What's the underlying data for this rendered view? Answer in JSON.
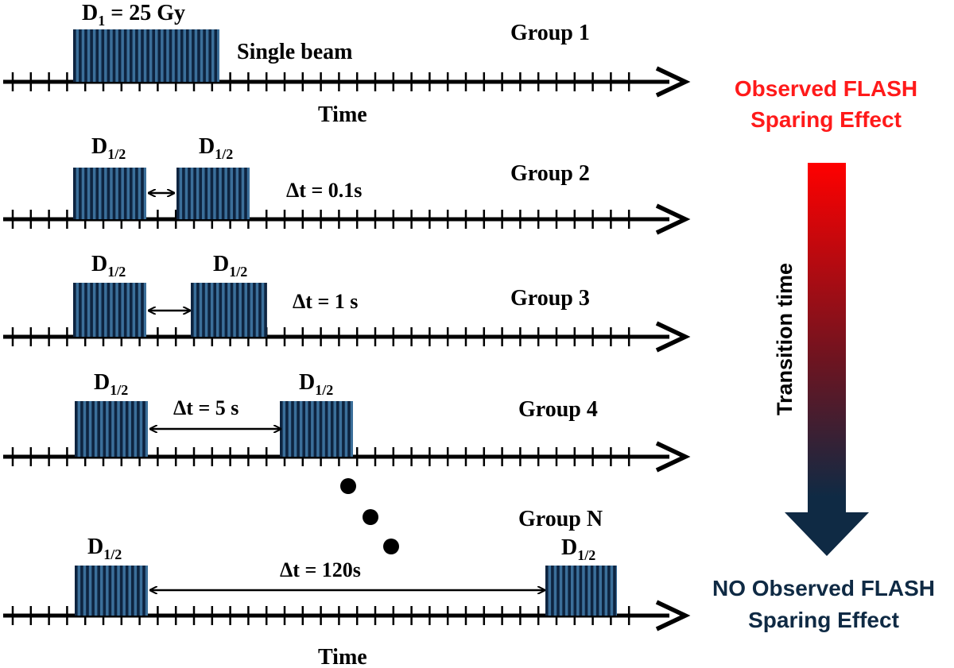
{
  "colors": {
    "axis": "#000000",
    "pulse_fill": "#0e2440",
    "pulse_gap": "#3b6f9a",
    "observed": "#ff1a1a",
    "no_observed": "#0f2a44",
    "gradient_top": "#ff0000",
    "gradient_bottom": "#0f2a44"
  },
  "group1": {
    "dose_label_main": "D",
    "dose_label_sub": "1",
    "dose_label_rest": " = 25 Gy",
    "beam_label": "Single beam",
    "group_label": "Group 1",
    "axis_label": "Time"
  },
  "group2": {
    "dose_main": "D",
    "dose_sub": "1/2",
    "delta_label": "Δt = 0.1s",
    "group_label": "Group 2"
  },
  "group3": {
    "dose_main": "D",
    "dose_sub": "1/2",
    "delta_label": "Δt = 1 s",
    "group_label": "Group 3"
  },
  "group4": {
    "dose_main": "D",
    "dose_sub": "1/2",
    "delta_label": "Δt = 5 s",
    "group_label": "Group 4"
  },
  "groupN": {
    "dose_main": "D",
    "dose_sub": "1/2",
    "delta_label": "Δt = 120s",
    "group_label": "Group N",
    "axis_label": "Time"
  },
  "right_panel": {
    "observed_line1": "Observed FLASH",
    "observed_line2": "Sparing Effect",
    "transition_label": "Transition time",
    "no_observed_line1": "NO Observed FLASH",
    "no_observed_line2": "Sparing Effect"
  }
}
